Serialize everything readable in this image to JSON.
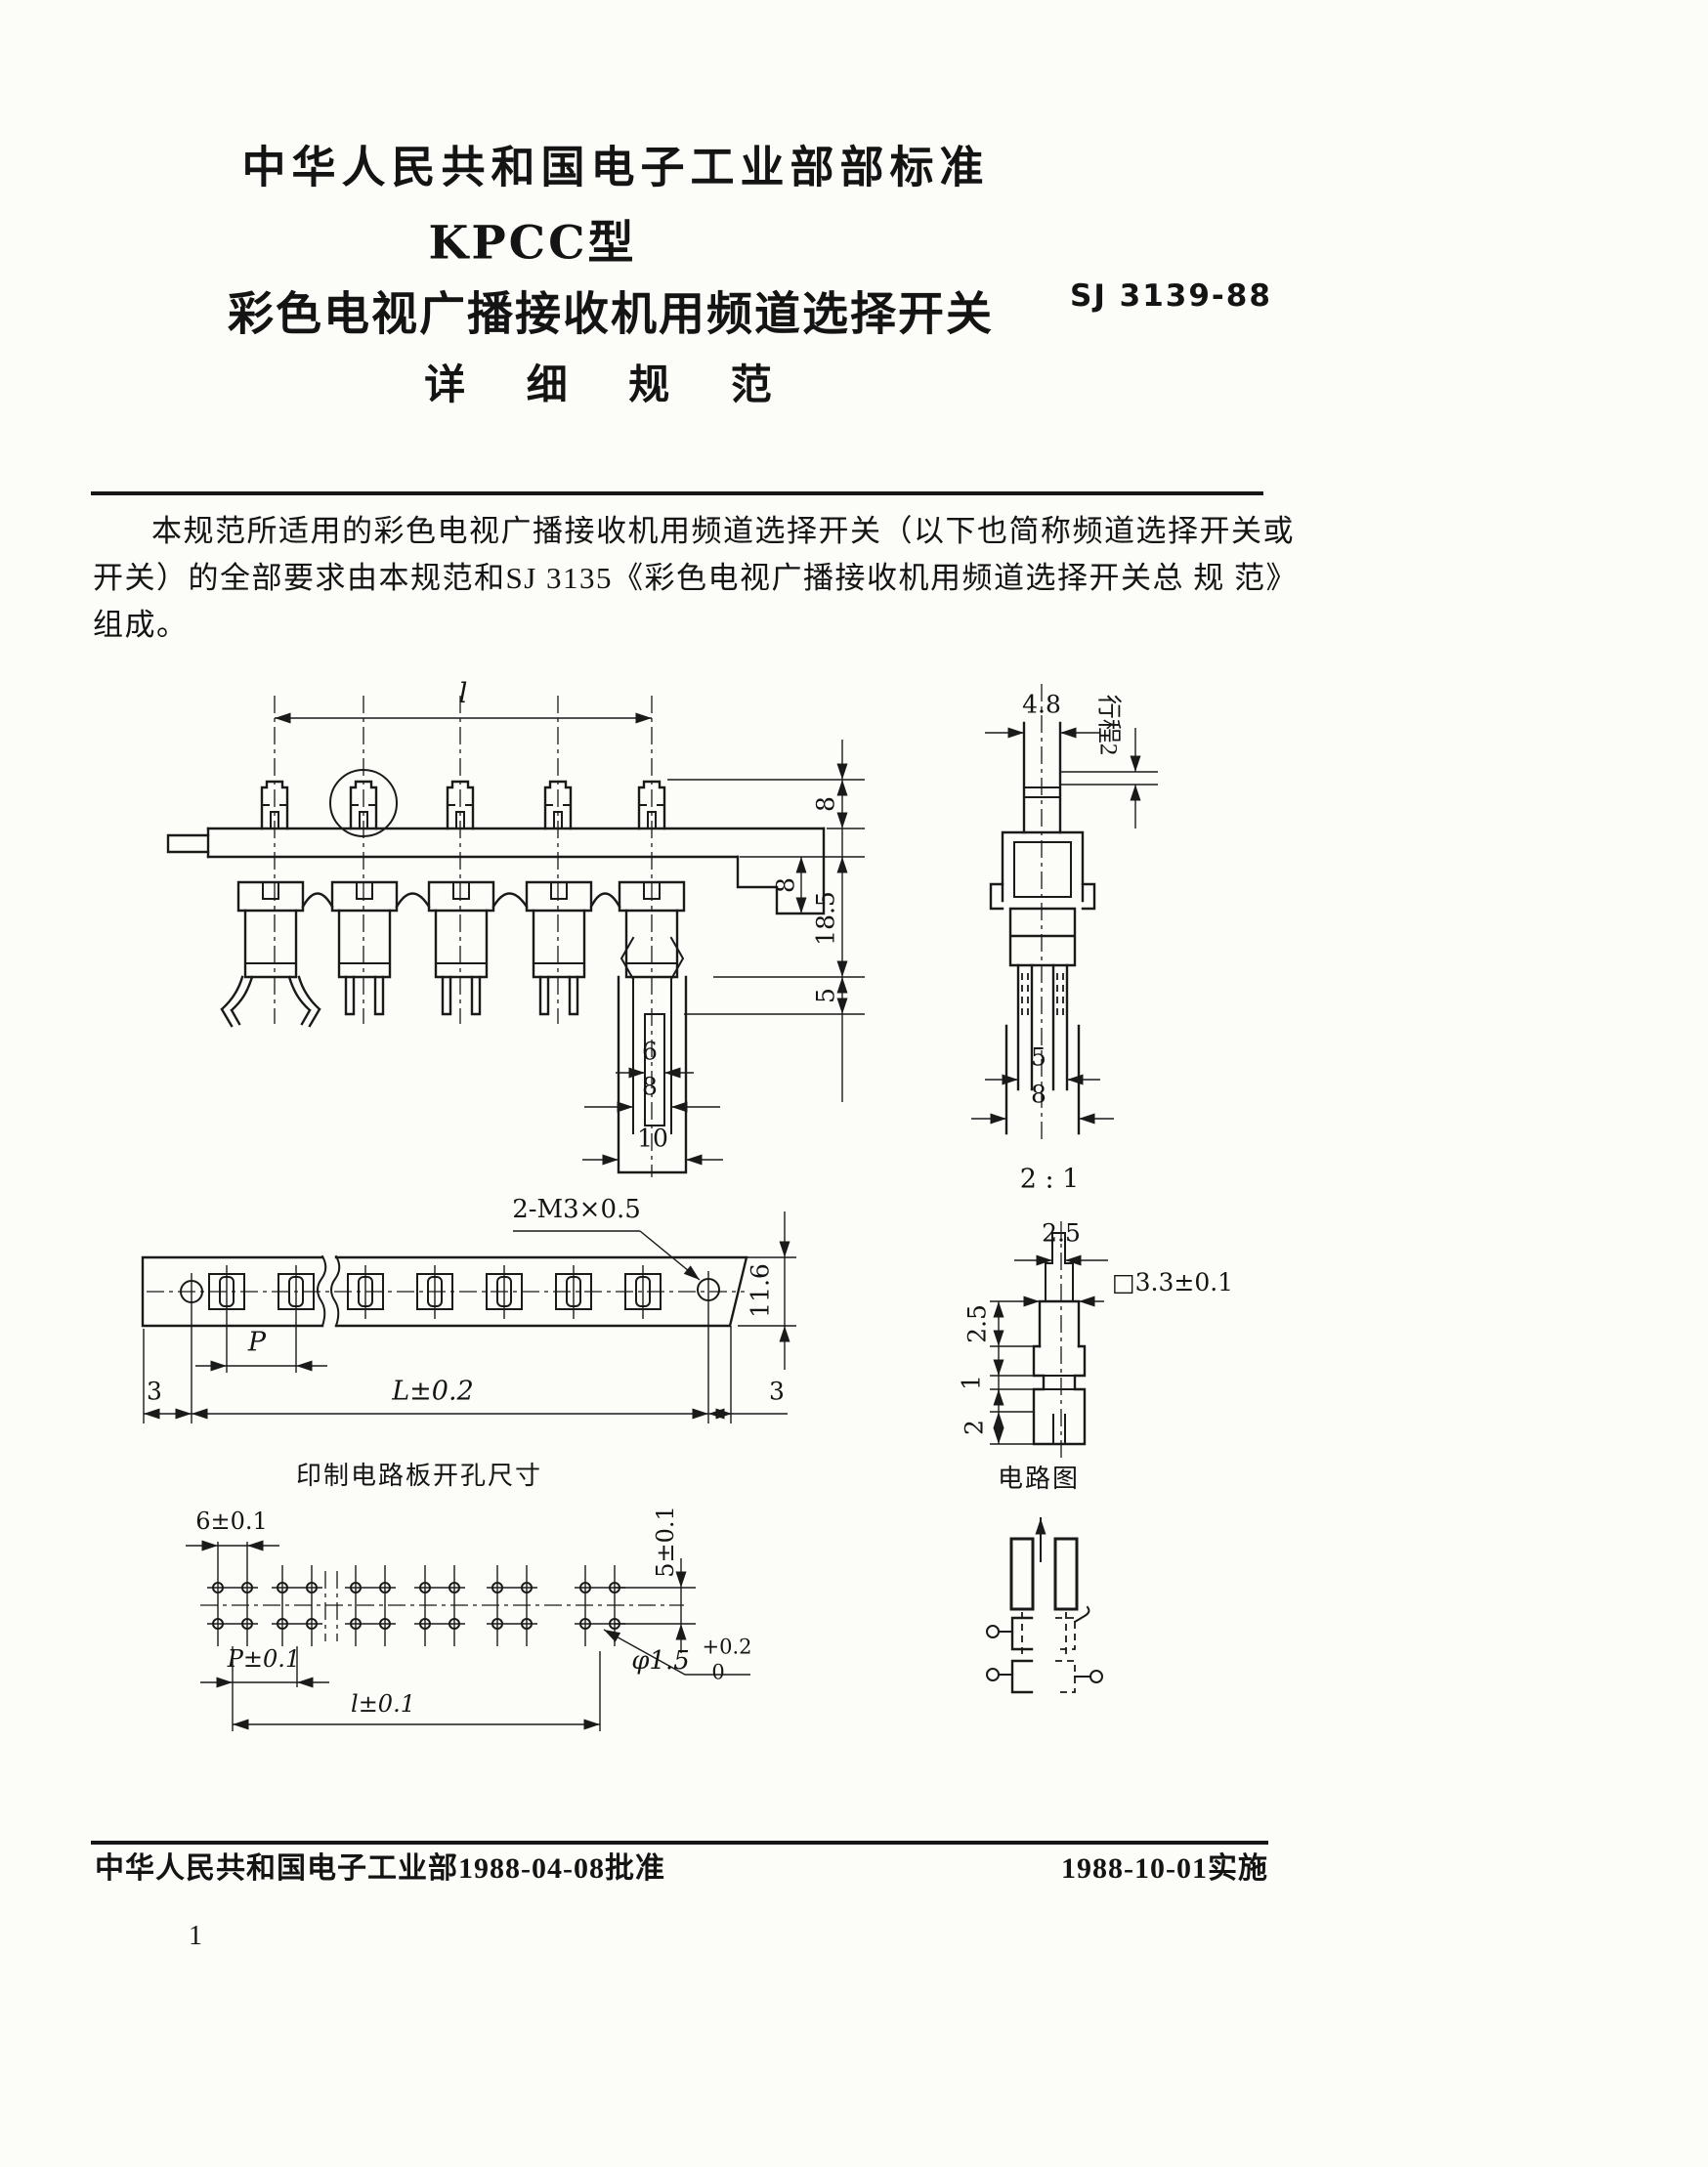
{
  "header": {
    "line1": "中华人民共和国电子工业部部标准",
    "model": "KPCC型",
    "line2": "彩色电视广播接收机用频道选择开关",
    "std_no": "SJ 3139-88",
    "line3": "详 细 规 范"
  },
  "intro": {
    "line1": "本规范所适用的彩色电视广播接收机用频道选择开关（以下也简称频道选择开关或",
    "line2": "开关）的全部要求由本规范和SJ 3135《彩色电视广播接收机用频道选择开关总 规 范》",
    "line3": "组成。"
  },
  "front": {
    "dim_l": "l",
    "dim_8_tab": "8",
    "dim_8_mid": "8",
    "dim_185": "18.5",
    "dim_5": "5",
    "dim_6": "6",
    "dim_8_rod": "8",
    "dim_10": "10"
  },
  "side": {
    "dim_48": "4.8",
    "dim_stroke": "行程2",
    "dim_5": "5",
    "dim_8": "8",
    "scale": "2 : 1"
  },
  "detail": {
    "dim_25_top": "2.5",
    "dim_33": "□3.3±0.1",
    "dim_25_left": "2.5",
    "dim_1": "1",
    "dim_2": "2"
  },
  "bracket": {
    "callout": "2-M3×0.5",
    "dim_116": "11.6",
    "dim_p": "P",
    "dim_l": "L±0.2",
    "dim_3_left": "3",
    "dim_3_right": "3"
  },
  "pcb": {
    "title": "印制电路板开孔尺寸",
    "dim_6": "6±0.1",
    "dim_p": "P±0.1",
    "dim_l": "l±0.1",
    "dim_5": "5±0.1",
    "dim_hole": "φ1.5",
    "tol_plus": "+0.2",
    "tol_zero": "0"
  },
  "circuit": {
    "title": "电路图"
  },
  "footer": {
    "left": "中华人民共和国电子工业部1988-04-08批准",
    "right": "1988-10-01实施",
    "page": "1"
  }
}
